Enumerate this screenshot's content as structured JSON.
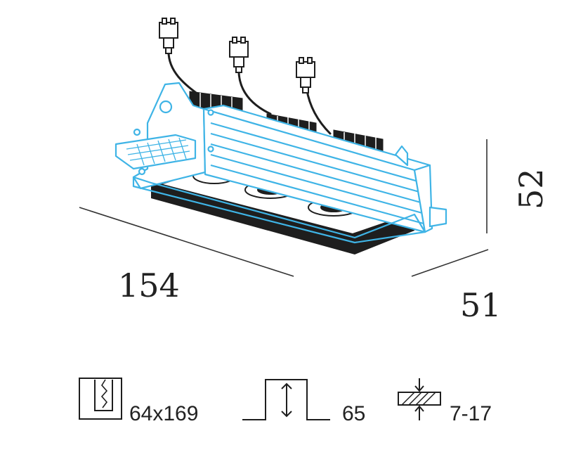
{
  "colors": {
    "accent": "#3fb4e6",
    "line": "#1e1e1e",
    "dimension": "#333333",
    "background": "#ffffff"
  },
  "dimensions": {
    "length": "154",
    "depth": "51",
    "height": "52"
  },
  "specs": [
    {
      "icon": "cutout-icon",
      "value": "64x169"
    },
    {
      "icon": "recess-depth-icon",
      "value": "65"
    },
    {
      "icon": "ceiling-thickness-icon",
      "value": "7-17"
    }
  ]
}
